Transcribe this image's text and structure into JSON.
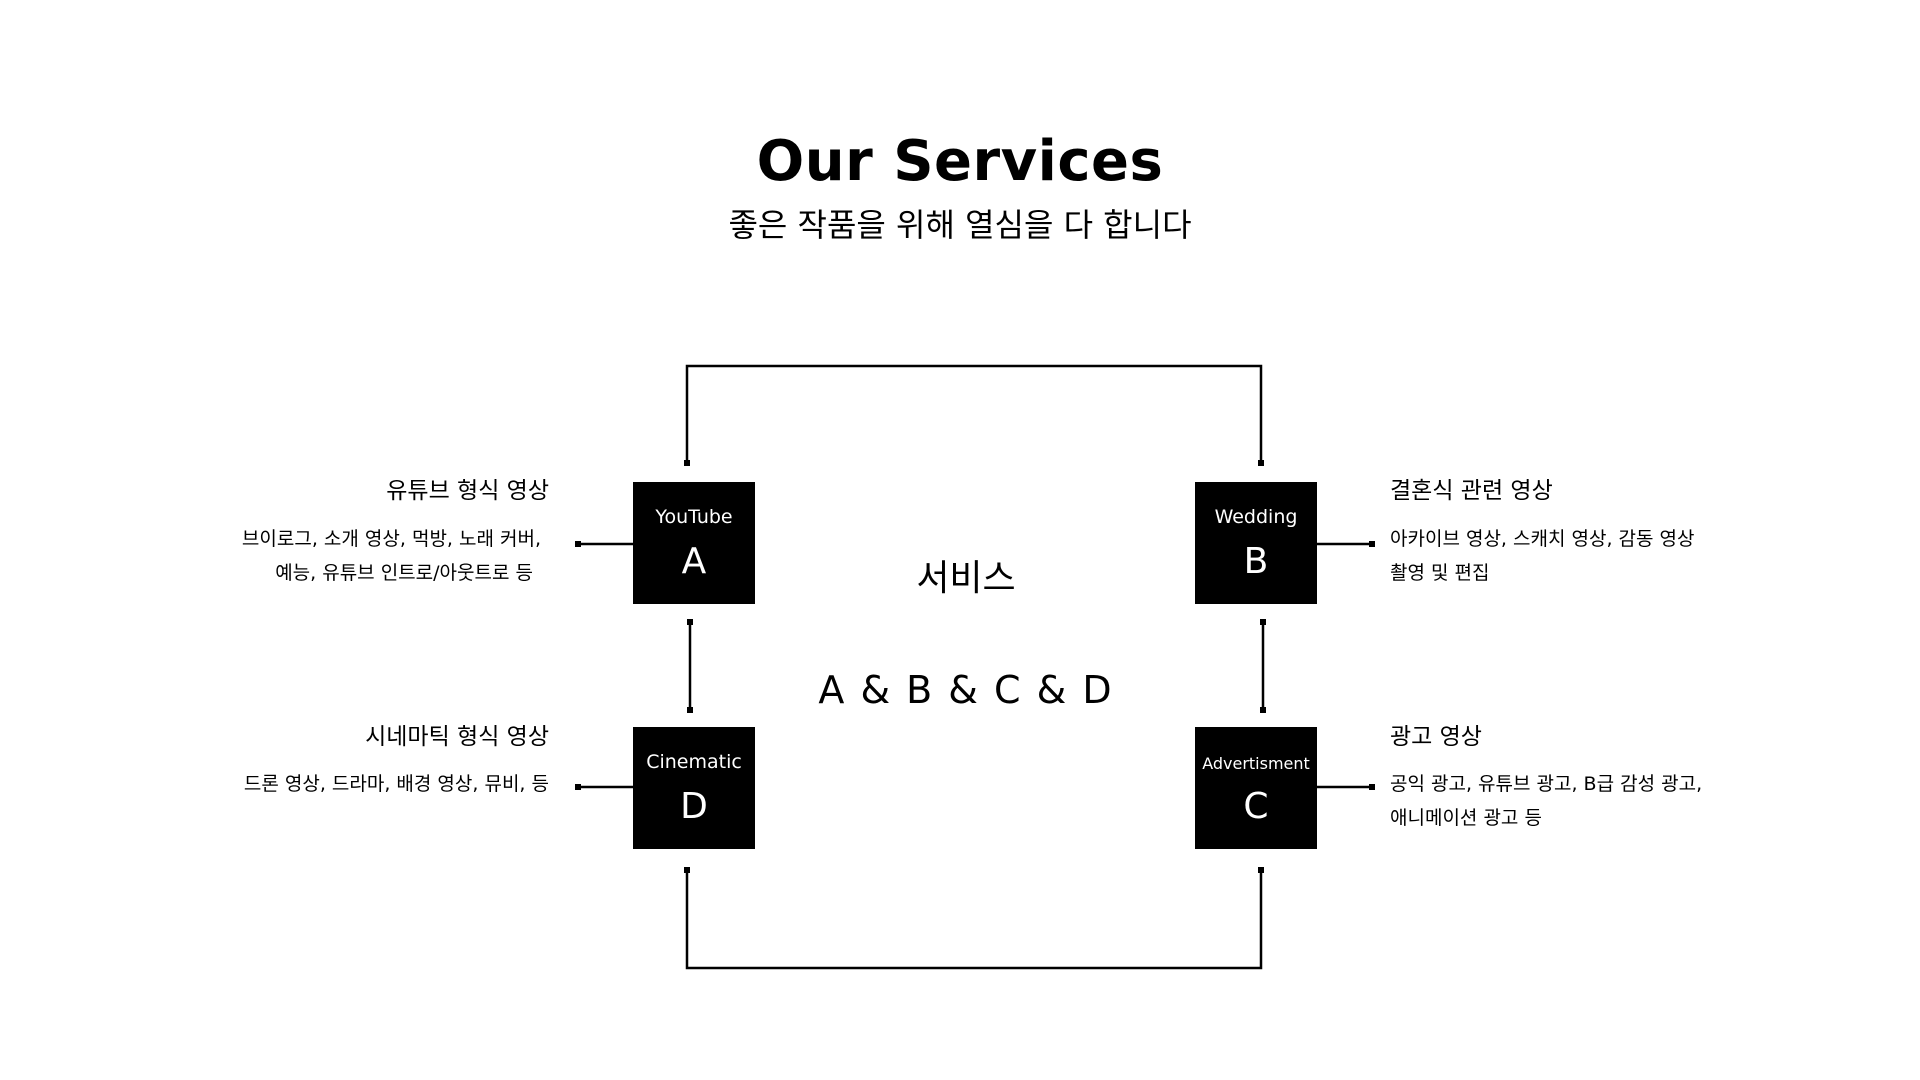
{
  "header": {
    "title": "Our Services",
    "subtitle": "좋은 작품을 위해 열심을 다 합니다"
  },
  "center": {
    "title": "서비스",
    "combo": "A & B & C & D"
  },
  "boxes": {
    "youtube": {
      "label": "YouTube",
      "letter": "A"
    },
    "wedding": {
      "label": "Wedding",
      "letter": "B"
    },
    "advertisment": {
      "label": "Advertisment",
      "letter": "C"
    },
    "cinematic": {
      "label": "Cinematic",
      "letter": "D"
    }
  },
  "services": {
    "youtube": {
      "heading": "유튜브 형식 영상",
      "lines": [
        "브이로그, 소개 영상, 먹방, 노래 커버,",
        "예능, 유튜브 인트로/아웃트로 등"
      ]
    },
    "wedding": {
      "heading": "결혼식 관련 영상",
      "lines": [
        "아카이브 영상, 스캐치 영상, 감동 영상",
        "촬영 및 편집"
      ]
    },
    "cinematic": {
      "heading": "시네마틱 형식 영상",
      "lines": [
        "드론 영상, 드라마, 배경 영상, 뮤비, 등"
      ]
    },
    "advertisment": {
      "heading": "광고 영상",
      "lines": [
        "공익 광고, 유튜브 광고, B급 감성 광고,",
        "애니메이션 광고 등"
      ]
    }
  },
  "colors": {
    "background": "#ffffff",
    "foreground": "#000000",
    "box_fill": "#000000",
    "box_text": "#ffffff"
  }
}
